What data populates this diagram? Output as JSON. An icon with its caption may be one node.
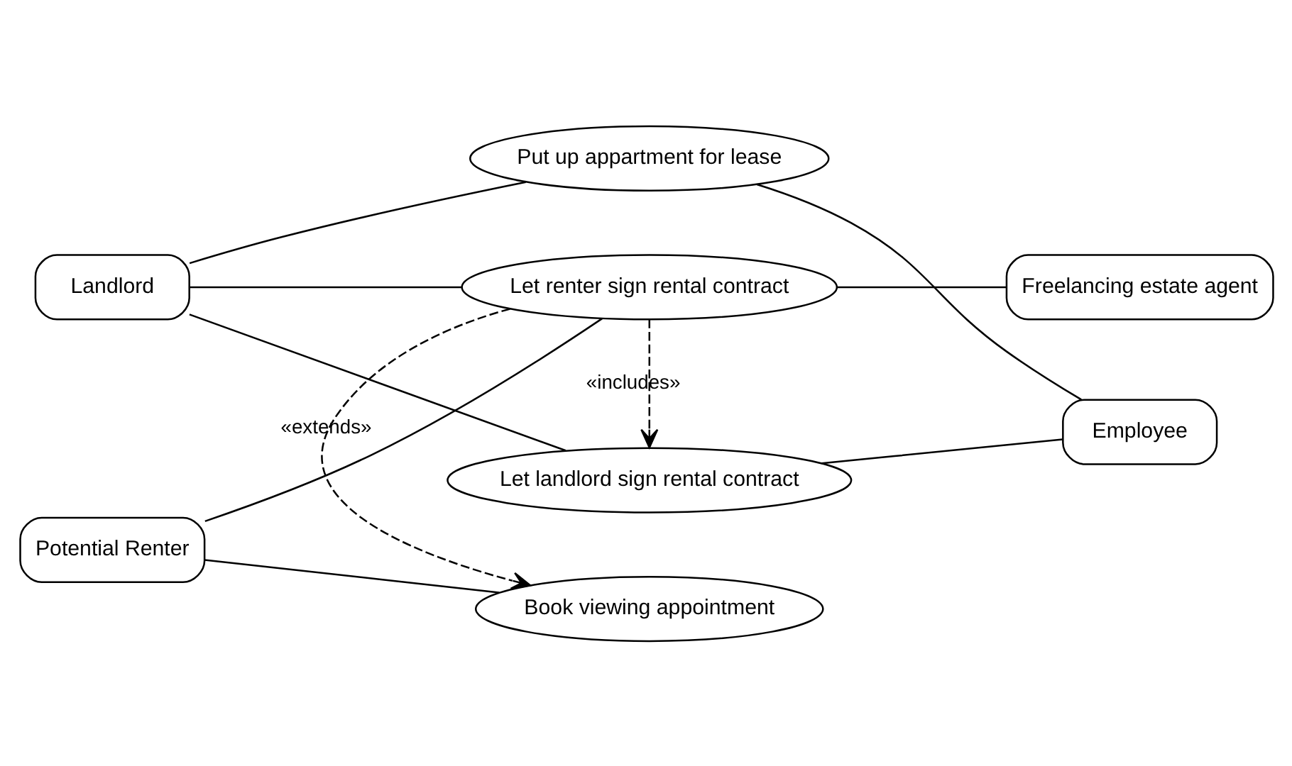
{
  "diagram": {
    "nodes": [
      {
        "text": [
          "Put up appartment for lease"
        ]
      },
      {
        "text": [
          "Employee"
        ]
      },
      {
        "text": [
          "Book viewing appointment"
        ]
      },
      {
        "text": [
          "Potential Renter"
        ]
      },
      {
        "text": [
          "Let renter sign rental contract"
        ]
      },
      {
        "text": [
          "Freelancing estate agent"
        ]
      },
      {
        "text": [
          "Landlord"
        ]
      },
      {
        "text": [
          "Let landlord sign rental contract"
        ]
      }
    ],
    "edges": [
      {
        "from": 6,
        "to": 0,
        "arrow": "none"
      },
      {
        "from": 0,
        "to": 1,
        "arrow": "none"
      },
      {
        "from": 3,
        "to": 2,
        "arrow": "none"
      },
      {
        "from": 3,
        "to": 4,
        "arrow": "none"
      },
      {
        "from": 4,
        "to": 2,
        "arrow": "to",
        "style": "dashed",
        "label": "«extends»"
      },
      {
        "from": 6,
        "to": 4,
        "arrow": "none"
      },
      {
        "from": 4,
        "to": 5,
        "arrow": "none"
      },
      {
        "from": 4,
        "to": 7,
        "arrow": "to",
        "style": "dashed",
        "label": "«includes»"
      },
      {
        "from": 6,
        "to": 7,
        "arrow": "none"
      },
      {
        "from": 7,
        "to": 1,
        "arrow": "none"
      }
    ]
  }
}
